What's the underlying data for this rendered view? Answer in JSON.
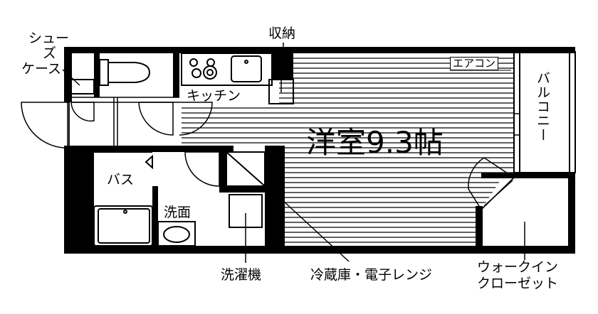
{
  "rooms": {
    "western_room": "洋室9.3帖",
    "kitchen": "キッチン",
    "bath": "バス",
    "washroom": "洗面",
    "balcony": "バルコニー"
  },
  "callouts": {
    "storage": "収納",
    "shoe_case_line1": "シュー",
    "shoe_case_line2": "ズ",
    "shoe_case_line3": "ケース",
    "washing_machine": "洗濯機",
    "fridge_microwave": "冷蔵庫・電子レンジ",
    "walk_in_line1": "ウォークイン",
    "walk_in_line2": "クローゼット",
    "aircon": "エアコン"
  }
}
